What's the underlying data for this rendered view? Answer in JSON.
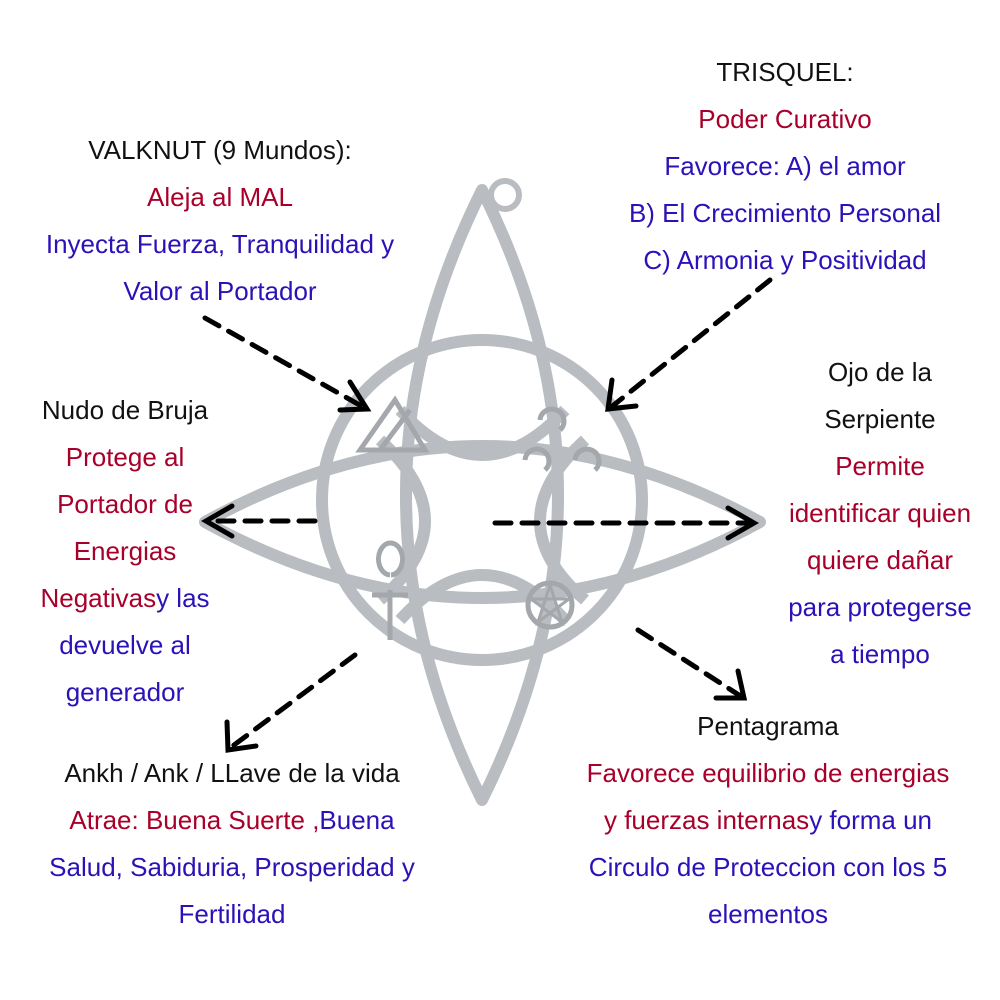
{
  "colors": {
    "title": "#111111",
    "red": "#a8002a",
    "blue": "#2a12b8",
    "metal": "#b9bdc1"
  },
  "valknut": {
    "title": "VALKNUT (9 Mundos):",
    "line1": "Aleja al MAL",
    "line2": "Inyecta Fuerza, Tranquilidad y",
    "line3": "Valor al Portador"
  },
  "trisquel": {
    "title": "TRISQUEL:",
    "line1": "Poder Curativo",
    "line2": "Favorece: A) el amor",
    "line3": "B) El Crecimiento Personal",
    "line4": "C) Armonia y Positividad"
  },
  "nudo": {
    "title": "Nudo de Bruja",
    "line1": "Protege al",
    "line2": "Portador de",
    "line3": "Energias",
    "line4_red": "Negativas",
    "line4_blue": " y las",
    "line5": "devuelve al",
    "line6": "generador"
  },
  "ojo": {
    "title1": "Ojo de la",
    "title2": "Serpiente",
    "line1": "Permite",
    "line2": "identificar quien",
    "line3": "quiere dañar",
    "line4": "para protegerse",
    "line5": "a tiempo"
  },
  "ankh": {
    "title": "Ankh / Ank / LLave de la vida",
    "line1_red": "Atrae:  Buena Suerte ,",
    "line1_blue": " Buena",
    "line2": "Salud, Sabiduria,  Prosperidad y",
    "line3": "Fertilidad"
  },
  "pentagrama": {
    "title": "Pentagrama",
    "line1": "Favorece  equilibrio de energias",
    "line2_red": "y fuerzas internas",
    "line2_blue": " y forma un",
    "line3": "Circulo de Proteccion con los 5",
    "line4": "elementos"
  }
}
